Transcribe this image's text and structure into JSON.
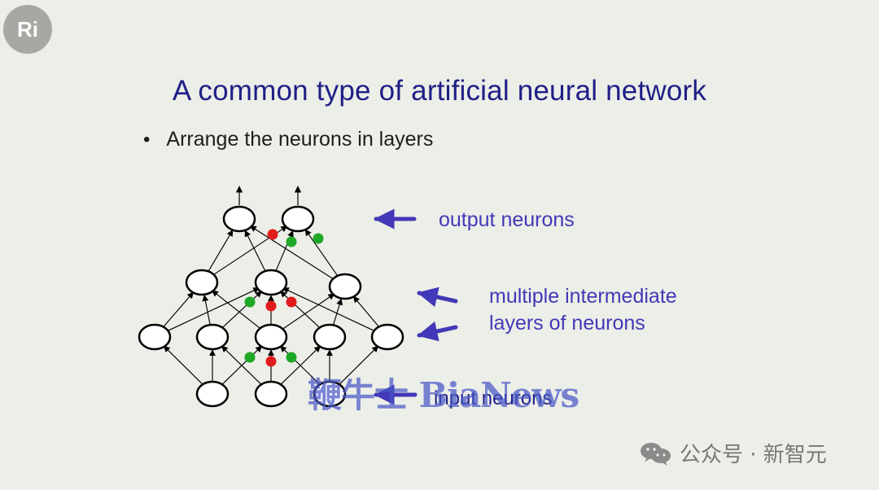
{
  "slide": {
    "logo_text": "Ri",
    "title": "A common type of artificial neural network",
    "bullet": "Arrange the neurons in layers",
    "labels": {
      "output": "output neurons",
      "multiple_line1": "multiple intermediate",
      "multiple_line2": "layers of neurons",
      "input": "input neurons"
    },
    "watermark": "鞭牛士 BiaNews",
    "footer": "公众号 · 新智元"
  },
  "colors": {
    "title": "#1f1f86",
    "label": "#4338b7",
    "arrow": "#4338b7",
    "node": "#000000",
    "red_weight": "#e11b1b",
    "green_weight": "#1ea827",
    "background": "#eceee8"
  },
  "icons": {
    "wechat": "wechat-icon"
  }
}
